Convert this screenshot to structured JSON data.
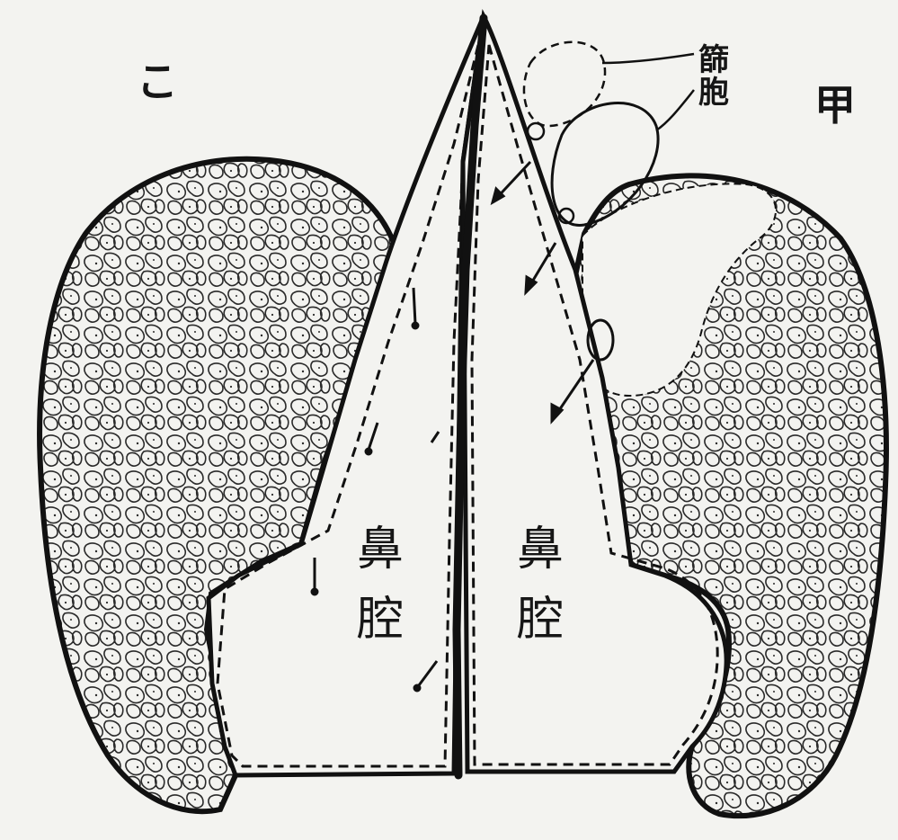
{
  "labels": {
    "corner_left": "こ",
    "corner_right": "甲",
    "sinus_top": "篩",
    "sinus_bottom": "胞",
    "cavity_left_top": "鼻",
    "cavity_left_bottom": "腔",
    "cavity_right_top": "鼻",
    "cavity_right_bottom": "腔"
  },
  "colors": {
    "ink": "#161616",
    "paper": "#f3f3f0",
    "cell_line": "#2a2a2a"
  }
}
